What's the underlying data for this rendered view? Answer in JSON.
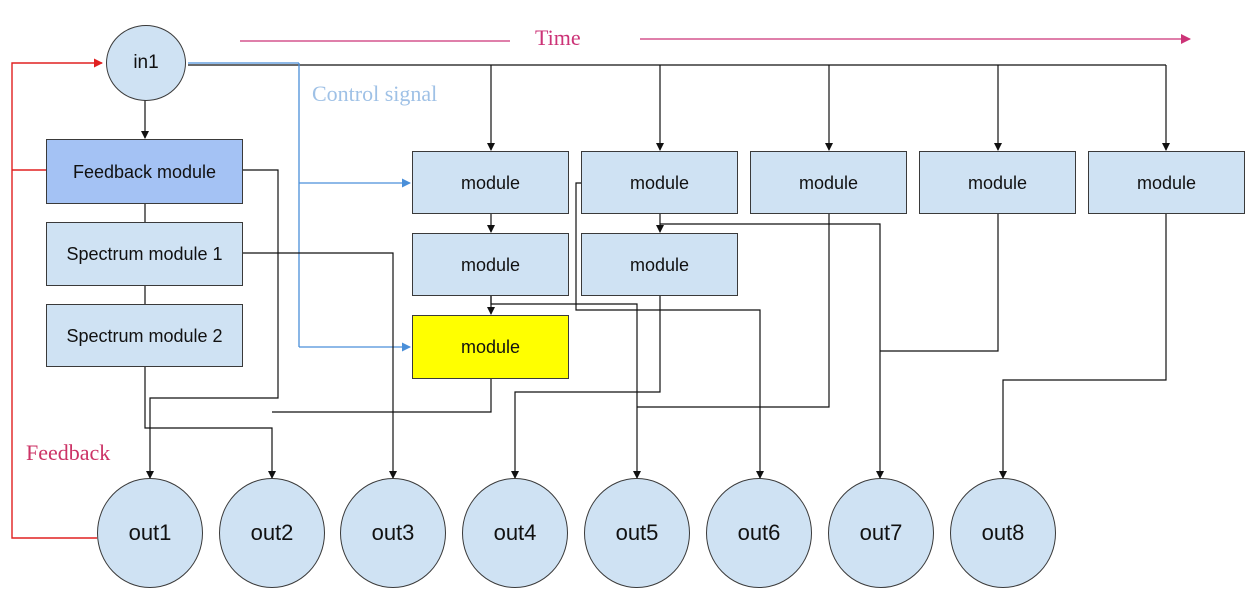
{
  "input": {
    "label": "in1"
  },
  "left_modules": {
    "feedback": "Feedback module",
    "spectrum1": "Spectrum module 1",
    "spectrum2": "Spectrum module 2"
  },
  "modules": {
    "row1": [
      "module",
      "module",
      "module",
      "module",
      "module"
    ],
    "row2": [
      "module",
      "module"
    ],
    "row3": [
      "module"
    ]
  },
  "outputs": [
    "out1",
    "out2",
    "out3",
    "out4",
    "out5",
    "out6",
    "out7",
    "out8"
  ],
  "labels": {
    "time": "Time",
    "control_signal": "Control signal",
    "feedback": "Feedback"
  },
  "colors": {
    "module_fill": "#cfe2f3",
    "feedback_module_fill": "#a4c2f4",
    "highlight_module_fill": "#ffff00",
    "control_signal_line": "#4a8fd9",
    "feedback_line": "#e02020",
    "time_arrow": "#cc3377",
    "connector_line": "#111111"
  }
}
